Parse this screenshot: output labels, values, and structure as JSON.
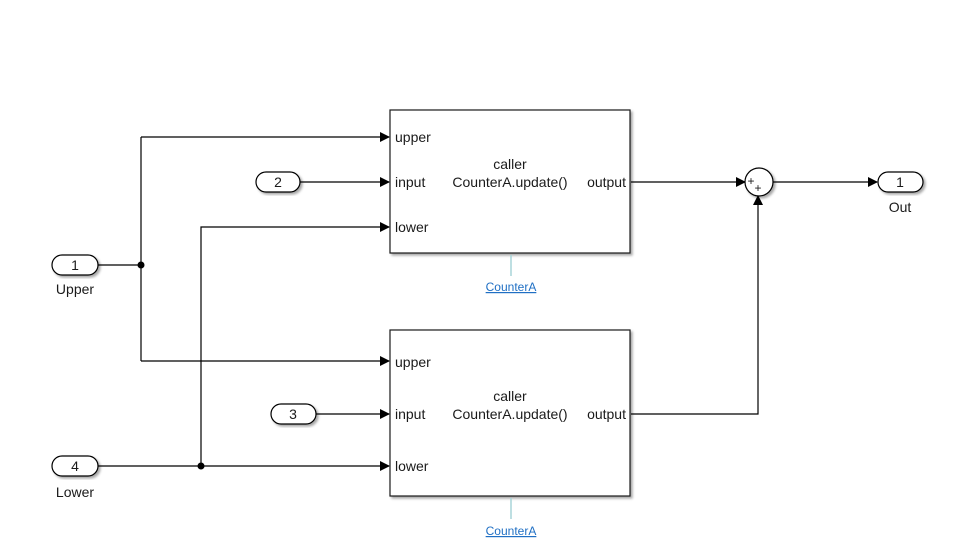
{
  "diagram": {
    "type": "simulink-model",
    "inports": [
      {
        "id": "in1",
        "number": "1",
        "label": "Upper"
      },
      {
        "id": "in2",
        "number": "2",
        "label": ""
      },
      {
        "id": "in3",
        "number": "3",
        "label": ""
      },
      {
        "id": "in4",
        "number": "4",
        "label": "Lower"
      }
    ],
    "outports": [
      {
        "id": "out1",
        "number": "1",
        "label": "Out"
      }
    ],
    "blocks": [
      {
        "id": "caller_top",
        "title": "caller",
        "function": "CounterA.update()",
        "ports_in": [
          "upper",
          "input",
          "lower"
        ],
        "port_out": "output",
        "link": "CounterA"
      },
      {
        "id": "caller_bottom",
        "title": "caller",
        "function": "CounterA.update()",
        "ports_in": [
          "upper",
          "input",
          "lower"
        ],
        "port_out": "output",
        "link": "CounterA"
      }
    ],
    "sum": {
      "id": "sum",
      "signs": [
        "+",
        "+"
      ]
    },
    "colors": {
      "line": "#000000",
      "link": "#1f6fc4",
      "link_stem": "#a8d4d8",
      "block_border": "#1a1a1a"
    }
  }
}
